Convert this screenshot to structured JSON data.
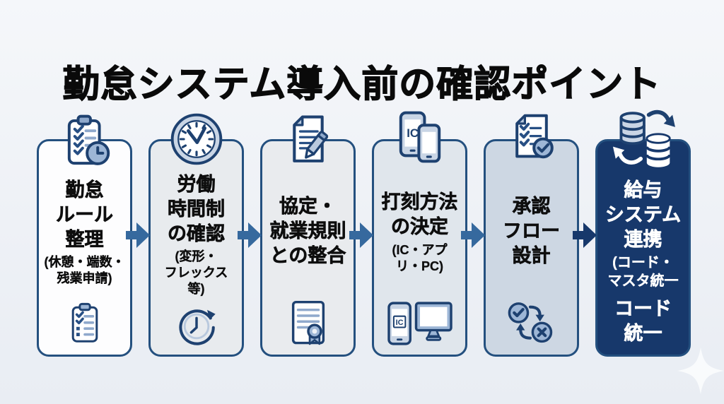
{
  "page": {
    "title": "勤怠システム導入前の確認ポイント",
    "background_top": "#f5f7fa",
    "background_bottom": "#e9edf3"
  },
  "colors": {
    "card_border": "#24507f",
    "navy_outline": "#1e4170",
    "icon_light_fill": "#c9d5e5",
    "icon_mid_fill": "#9db6d6",
    "arrow_blue": "#36699e",
    "arrow_navy": "#17386b",
    "sparkle": "#fbfdfe"
  },
  "cards": [
    {
      "title": "勤怠\nルール\n整理",
      "subtitle": "(休憩・端数・\n残業申請)",
      "extra": "",
      "bg": "#fdfdfe",
      "fg": "#0e0e0e",
      "top_icon": "clipboard-check-clock-icon",
      "bottom_icon": "clipboard-checklist-icon"
    },
    {
      "title": "労働\n時間制\nの確認",
      "subtitle": "(変形・\nフレックス\n等)",
      "extra": "",
      "bg": "#e8ebee",
      "fg": "#0e0e0e",
      "top_icon": "clock-icon",
      "bottom_icon": "clock-refresh-icon"
    },
    {
      "title": "協定・\n就業規則\nとの整合",
      "subtitle": "",
      "extra": "",
      "bg": "#e9ebee",
      "fg": "#0e0e0e",
      "top_icon": "document-pencil-icon",
      "bottom_icon": "certificate-icon"
    },
    {
      "title": "打刻方法\nの決定",
      "subtitle": "(IC・アプ\nリ・PC)",
      "extra": "",
      "ic_label": "IC",
      "bg": "#e0e6ec",
      "fg": "#0e0e0e",
      "top_icon": "smartphones-ic-icon",
      "bottom_icon": "phone-monitor-icon"
    },
    {
      "title": "承認\nフロー\n設計",
      "subtitle": "",
      "extra": "",
      "bg": "#cdd7e3",
      "fg": "#0e0e0e",
      "top_icon": "checklist-approved-icon",
      "bottom_icon": "approve-reject-flow-icon"
    },
    {
      "title": "給与\nシステム\n連携",
      "subtitle": "(コード・\nマスタ統一",
      "extra": "コード\n統一",
      "bg": "#17386b",
      "fg": "#ffffff",
      "top_icon": "database-sync-icon",
      "bottom_icon": ""
    }
  ],
  "arrows": [
    {
      "color": "#36699e"
    },
    {
      "color": "#36699e"
    },
    {
      "color": "#36699e"
    },
    {
      "color": "#36699e"
    },
    {
      "color": "#17386b"
    }
  ]
}
